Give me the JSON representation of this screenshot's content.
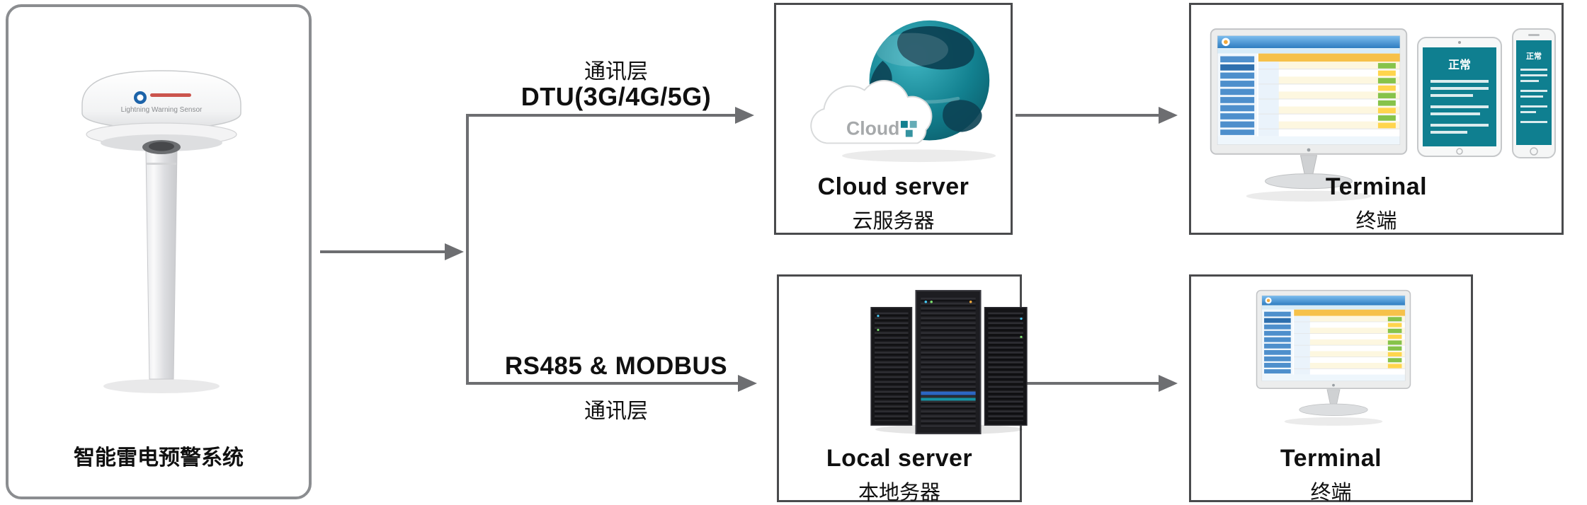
{
  "colors": {
    "arrow_gray": "#6d6e71",
    "box_border": "#4a4b4d",
    "screen_teal": "#0f7f90",
    "header_blue": "#2e7cc0",
    "table_orange": "#f6c14a"
  },
  "device": {
    "label": "智能雷电预警系统",
    "model_text": "Lightning Warning Sensor"
  },
  "links": {
    "top": {
      "line1": "通讯层",
      "line2": "DTU(3G/4G/5G)"
    },
    "bottom": {
      "line1": "RS485 & MODBUS",
      "line2": "通讯层"
    }
  },
  "nodes": {
    "cloud_server": {
      "title": "Cloud server",
      "subtitle": "云服务器",
      "cloud_word": "Cloud"
    },
    "terminal_top": {
      "title": "Terminal",
      "subtitle": "终端",
      "screen_status": "正常"
    },
    "local_server": {
      "title": "Local server",
      "subtitle": "本地务器"
    },
    "terminal_bottom": {
      "title": "Terminal",
      "subtitle": "终端"
    }
  }
}
